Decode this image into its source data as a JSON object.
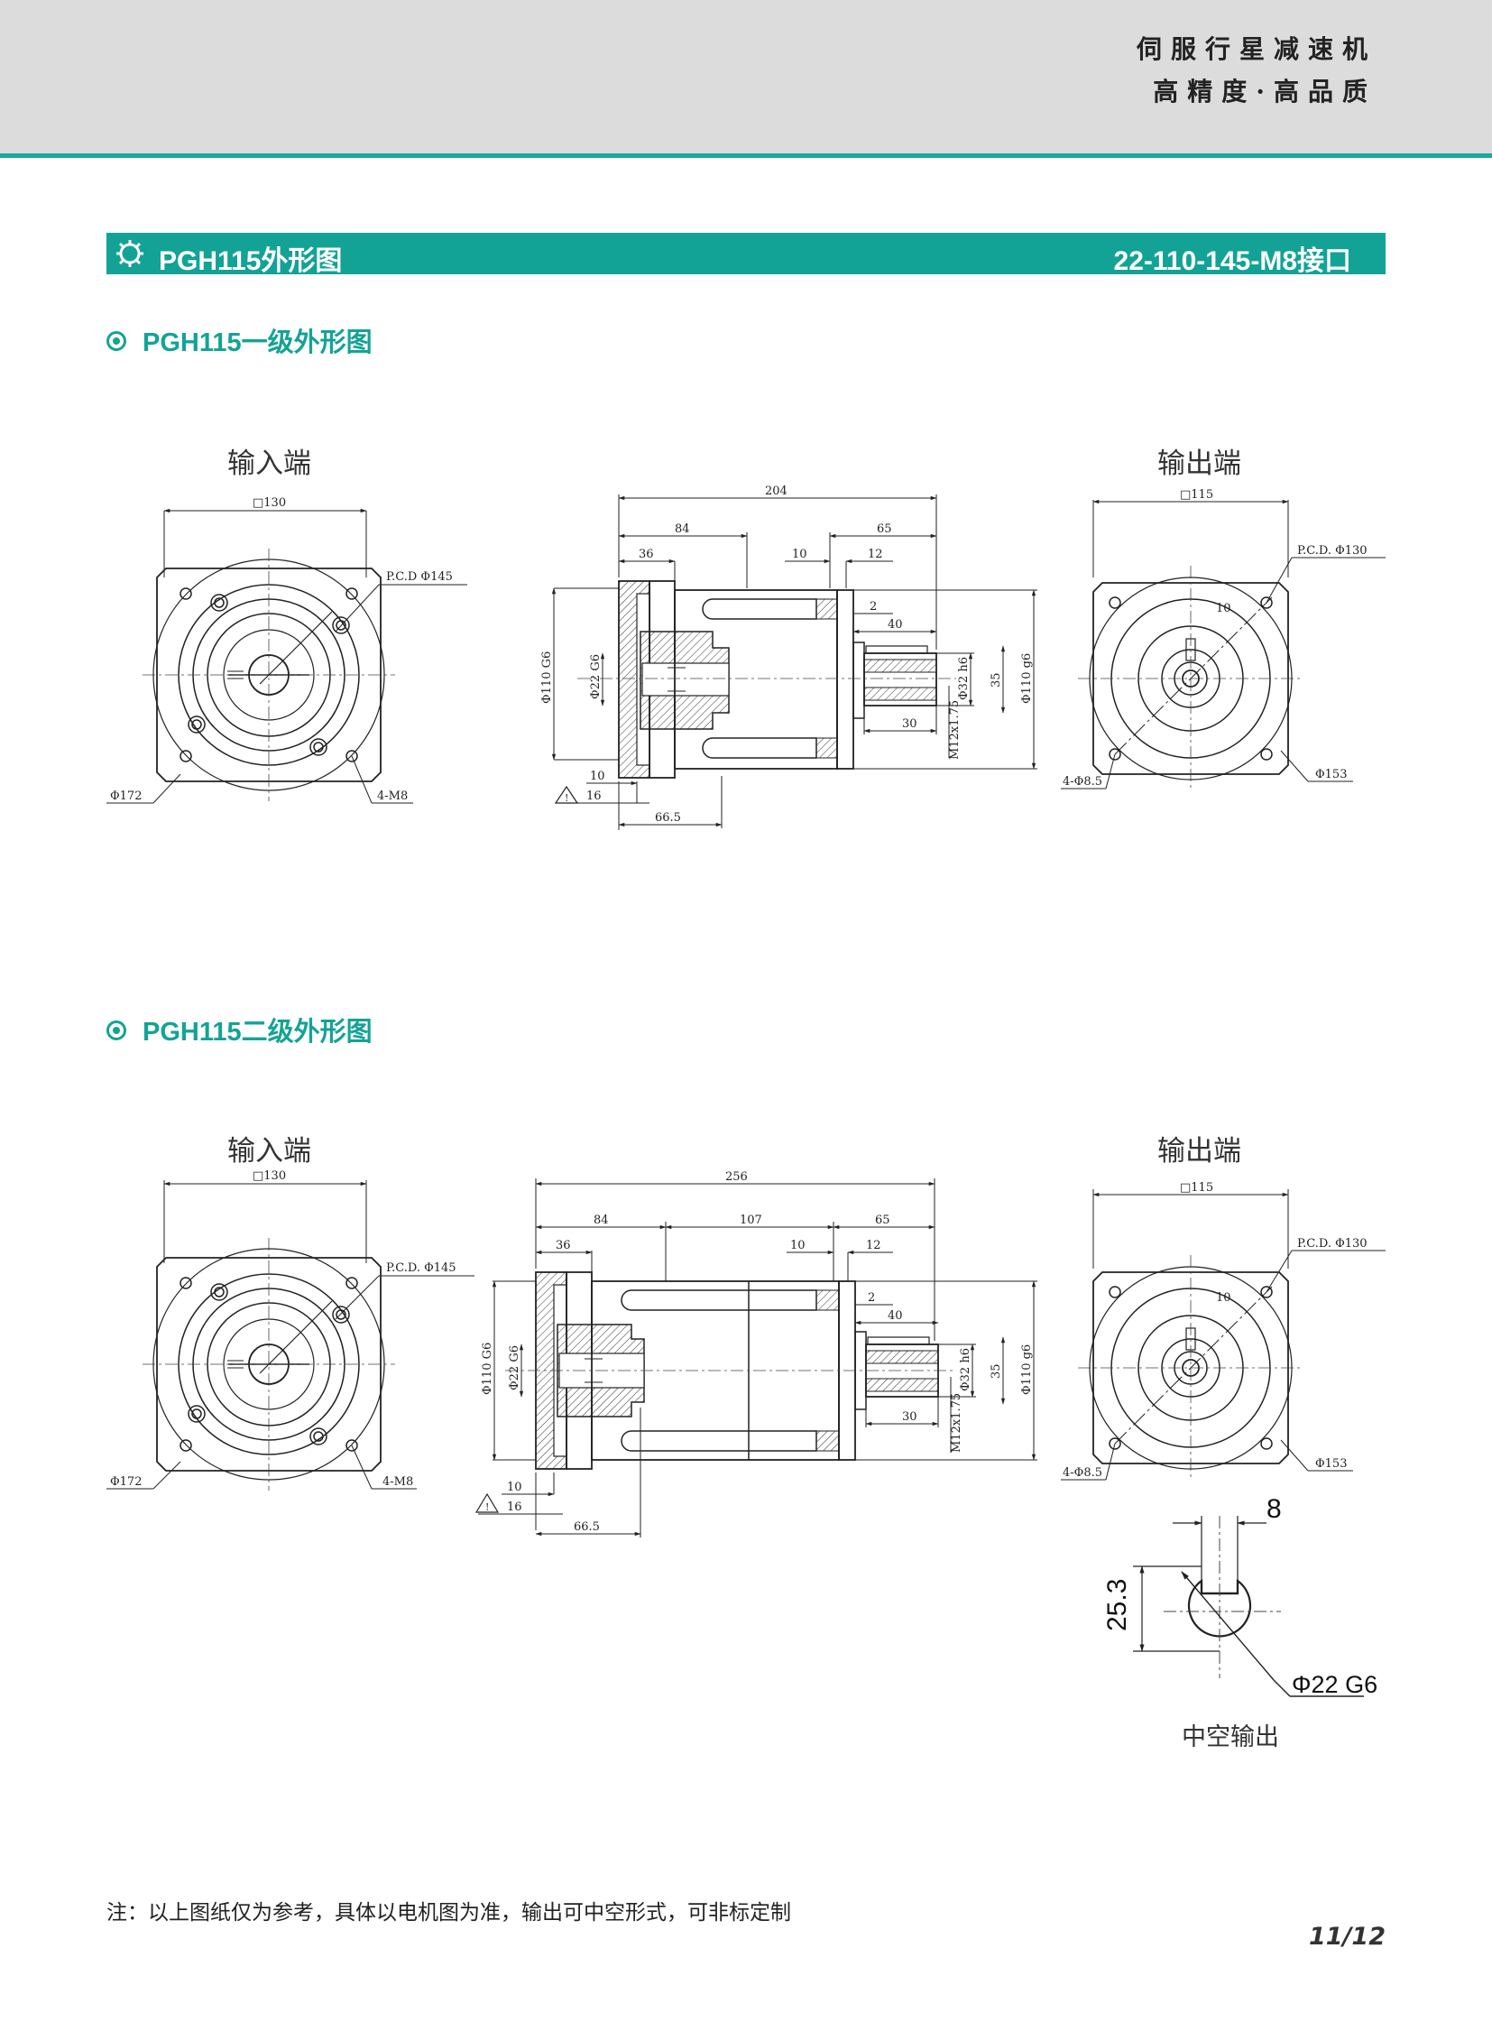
{
  "header": {
    "slogan_line1": "伺服行星减速机",
    "slogan_line2": "高精度·高品质"
  },
  "title_bar": {
    "title": "PGH115外形图",
    "interface": "22-110-145-M8接口"
  },
  "section1": {
    "title": "PGH115一级外形图",
    "input_label": "输入端",
    "output_label": "输出端",
    "dims": {
      "in_square": "□130",
      "in_pcd": "P.C.D Φ145",
      "in_dia": "Φ172",
      "in_holes": "4-M8",
      "total": "204",
      "d84": "84",
      "d65": "65",
      "d36": "36",
      "d10a": "10",
      "d12": "12",
      "d2": "2",
      "d40": "40",
      "d30": "30",
      "d10b": "10",
      "d16": "16",
      "d665": "66.5",
      "phi110g6_in": "Φ110 G6",
      "phi22g6": "Φ22 G6",
      "phi32h6": "Φ32 h6",
      "d35": "35",
      "m12": "M12x1.75",
      "phi110g6_out": "Φ110 g6",
      "out_square": "□115",
      "out_pcd": "P.C.D. Φ130",
      "out_key": "10",
      "out_holes": "4-Φ8.5",
      "out_dia": "Φ153"
    }
  },
  "section2": {
    "title": "PGH115二级外形图",
    "input_label": "输入端",
    "output_label": "输出端",
    "dims": {
      "in_square": "□130",
      "in_pcd": "P.C.D. Φ145",
      "in_dia": "Φ172",
      "in_holes": "4-M8",
      "total": "256",
      "d84": "84",
      "d107": "107",
      "d65": "65",
      "d36": "36",
      "d10a": "10",
      "d12": "12",
      "d2": "2",
      "d40": "40",
      "d30": "30",
      "d10b": "10",
      "d16": "16",
      "d665": "66.5",
      "phi110g6_in": "Φ110 G6",
      "phi22g6": "Φ22 G6",
      "phi32h6": "Φ32 h6",
      "d35": "35",
      "m12": "M12x1.75",
      "phi110g6_out": "Φ110 g6",
      "out_square": "□115",
      "out_pcd": "P.C.D. Φ130",
      "out_key": "10",
      "out_holes": "4-Φ8.5",
      "out_dia": "Φ153"
    },
    "hollow": {
      "key_width": "8",
      "height": "25.3",
      "bore": "Φ22 G6",
      "label": "中空输出"
    }
  },
  "footer": {
    "note": "注：以上图纸仅为参考，具体以电机图为准，输出可中空形式，可非标定制",
    "page": "11/12"
  }
}
